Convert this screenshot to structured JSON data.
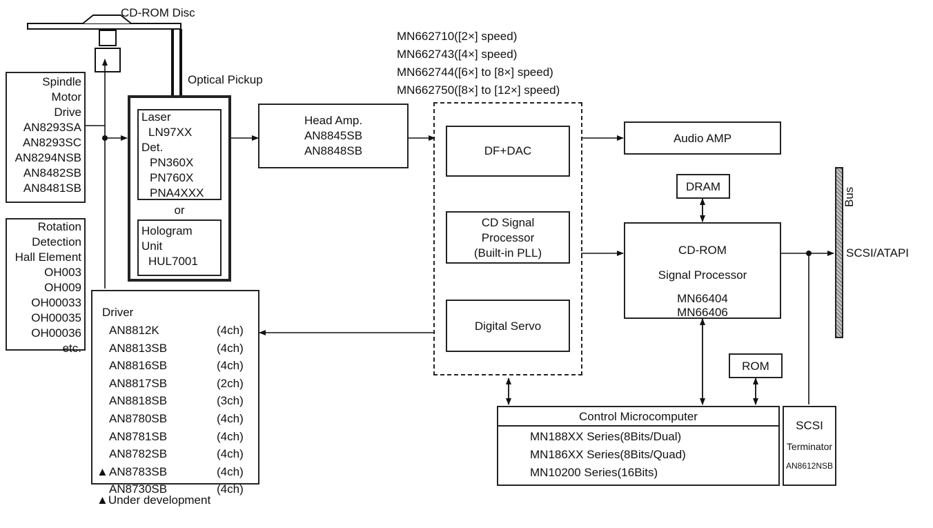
{
  "disc_label": "CD-ROM Disc",
  "optical_pickup_label": "Optical Pickup",
  "spindle": [
    "Spindle",
    "Motor",
    "Drive",
    "AN8293SA",
    "AN8293SC",
    "AN8294NSB",
    "AN8482SB",
    "AN8481SB"
  ],
  "rotation": [
    "Rotation",
    "Detection",
    "Hall Element",
    "OH003",
    "OH009",
    "OH00033",
    "OH00035",
    "OH00036",
    "etc."
  ],
  "pickup_laser": [
    "Laser",
    "LN97XX",
    "Det.",
    "PN360X",
    "PN760X",
    "PNA4XXX"
  ],
  "pickup_or": "or",
  "pickup_hologram": [
    "Hologram",
    "Unit",
    "HUL7001"
  ],
  "head_amp": [
    "Head Amp.",
    "AN8845SB",
    "AN8848SB"
  ],
  "mn_versions": [
    "MN662710([2×] speed)",
    "MN662743([4×] speed)",
    "MN662744([6×] to [8×] speed)",
    "MN662750([8×] to [12×] speed)"
  ],
  "df_dac": "DF+DAC",
  "cd_signal": [
    "CD Signal",
    "Processor",
    "(Built-in PLL)"
  ],
  "digital_servo": "Digital Servo",
  "audio_amp": "Audio AMP",
  "dram": "DRAM",
  "rom": "ROM",
  "cdrom": [
    "CD-ROM",
    "Signal Processor",
    "MN66404",
    "MN66406"
  ],
  "bus_label": "Bus",
  "scsi_atapi": "SCSI/ATAPI",
  "control_micro": {
    "title": "Control Microcomputer",
    "items": [
      "MN188XX Series(8Bits/Dual)",
      "MN186XX Series(8Bits/Quad)",
      "MN10200 Series(16Bits)"
    ]
  },
  "scsi_term": [
    "SCSI",
    "Terminator",
    "AN8612NSB"
  ],
  "driver": {
    "title": "Driver",
    "items": [
      {
        "mark": "",
        "name": "AN8812K",
        "ch": "(4ch)"
      },
      {
        "mark": "",
        "name": "AN8813SB",
        "ch": "(4ch)"
      },
      {
        "mark": "",
        "name": "AN8816SB",
        "ch": "(4ch)"
      },
      {
        "mark": "",
        "name": "AN8817SB",
        "ch": "(2ch)"
      },
      {
        "mark": "",
        "name": "AN8818SB",
        "ch": "(3ch)"
      },
      {
        "mark": "",
        "name": "AN8780SB",
        "ch": "(4ch)"
      },
      {
        "mark": "",
        "name": "AN8781SB",
        "ch": "(4ch)"
      },
      {
        "mark": "",
        "name": "AN8782SB",
        "ch": "(4ch)"
      },
      {
        "mark": "▲",
        "name": "AN8783SB",
        "ch": "(4ch)"
      },
      {
        "mark": "",
        "name": "AN8730SB",
        "ch": "(4ch)"
      }
    ]
  },
  "footnote": "▲Under development"
}
